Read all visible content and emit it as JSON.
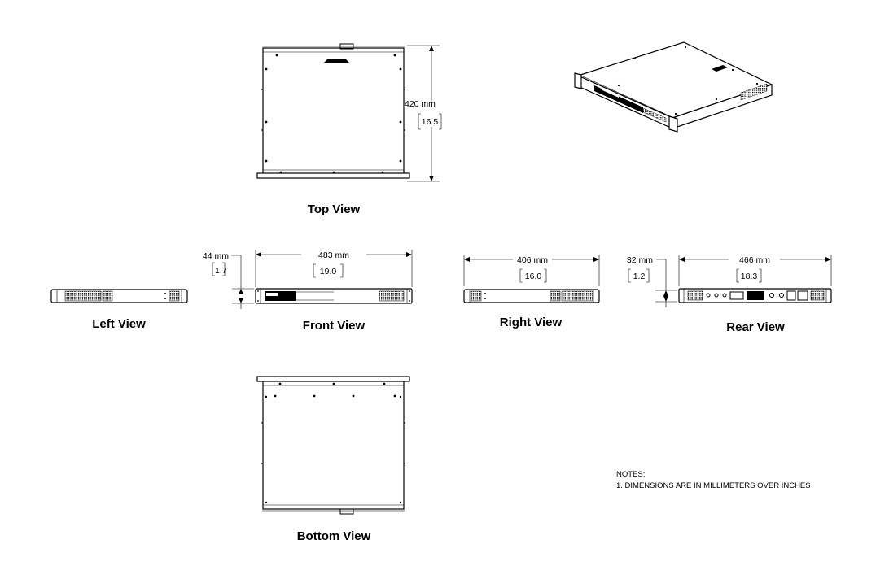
{
  "views": {
    "top": "Top View",
    "left": "Left View",
    "front": "Front View",
    "right": "Right View",
    "rear": "Rear View",
    "bottom": "Bottom View"
  },
  "dimensions": {
    "depth_mm": "420 mm",
    "depth_in": "16.5",
    "height_mm": "44 mm",
    "height_in": "1.7",
    "width_mm": "483 mm",
    "width_in": "19.0",
    "side_mm": "406 mm",
    "side_in": "16.0",
    "rear_height_mm": "32 mm",
    "rear_height_in": "1.2",
    "rear_width_mm": "466 mm",
    "rear_width_in": "18.3"
  },
  "notes": {
    "heading": "NOTES:",
    "line1": "1. DIMENSIONS ARE IN MILLIMETERS OVER INCHES"
  }
}
